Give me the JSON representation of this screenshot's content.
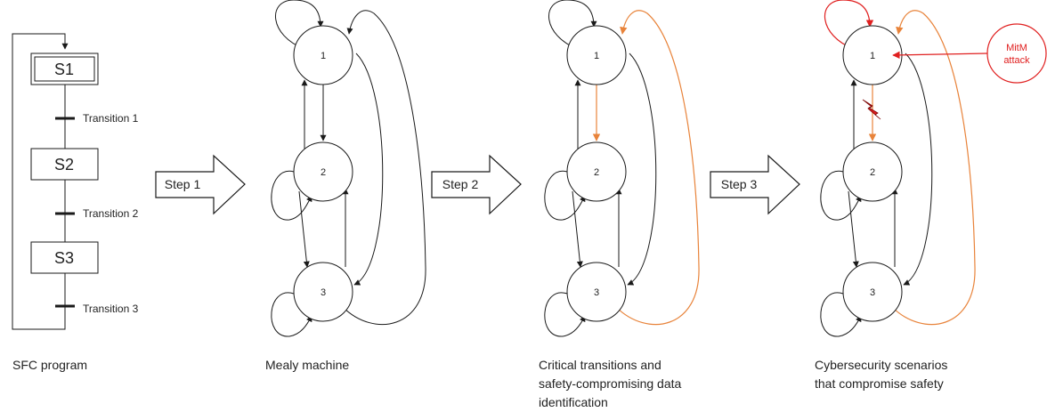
{
  "sfc": {
    "steps": [
      "S1",
      "S2",
      "S3"
    ],
    "transitions": [
      "Transition 1",
      "Transition 2",
      "Transition 3"
    ],
    "caption": "SFC program"
  },
  "arrows": [
    "Step 1",
    "Step 2",
    "Step 3"
  ],
  "panels": [
    {
      "caption": [
        "Mealy machine"
      ]
    },
    {
      "caption": [
        "Critical transitions and",
        "safety-compromising data",
        "identification"
      ]
    },
    {
      "caption": [
        "Cybersecurity scenarios",
        "that compromise safety"
      ]
    }
  ],
  "states": [
    "1",
    "2",
    "3"
  ],
  "mitm": {
    "lines": [
      "MitM",
      "attack"
    ]
  },
  "colors": {
    "line": "#1a1a1a",
    "critical": "#e8833a",
    "attack": "#e02020"
  },
  "icons": {
    "attack_marker": "lightning-icon"
  }
}
